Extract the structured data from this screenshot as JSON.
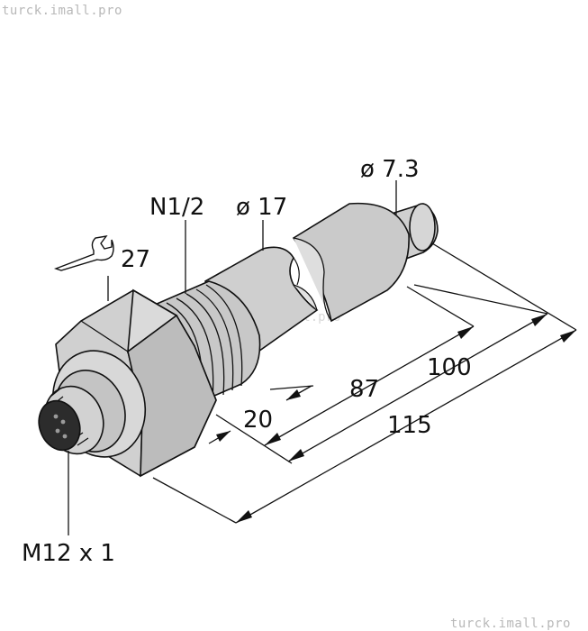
{
  "watermarks": {
    "top_left": "turck.imall.pro",
    "center": "turck.imall.pro",
    "bottom_right": "turck.imall.pro"
  },
  "labels": {
    "wrench_size": "27",
    "thread": "N1/2",
    "diameter_body": "ø 17",
    "diameter_tip": "ø 7.3",
    "connector": "M12 x 1"
  },
  "dimensions": {
    "d20": "20",
    "d87": "87",
    "d100": "100",
    "d115": "115"
  },
  "icons": {
    "wrench": "wrench-icon"
  },
  "colors": {
    "body_fill": "#cfcfcf",
    "body_shade": "#b5b5b5",
    "line": "#111111"
  }
}
